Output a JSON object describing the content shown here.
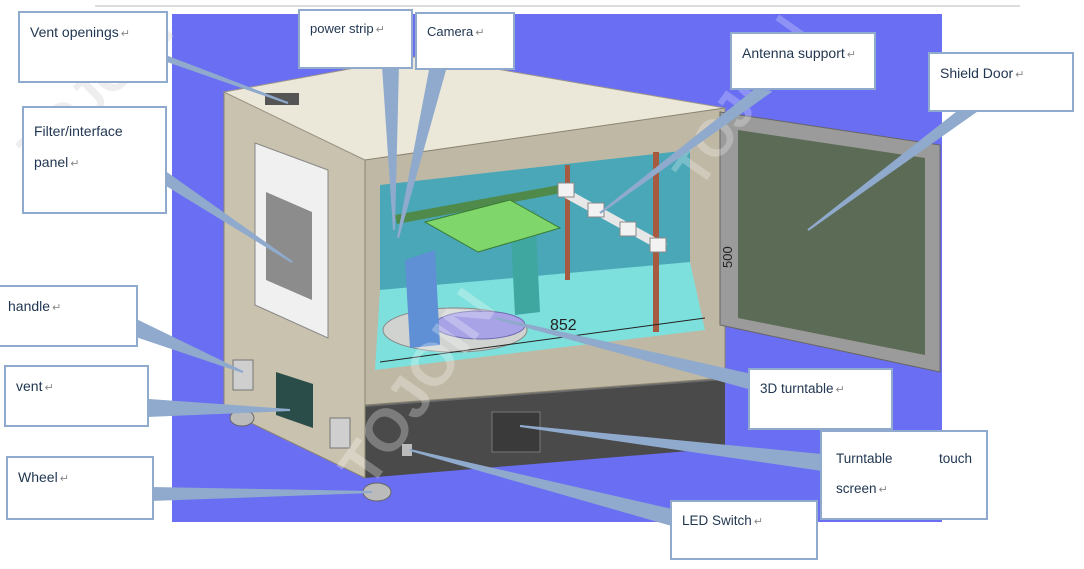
{
  "labels": {
    "vent_openings": "Vent openings",
    "power_strip": "power strip",
    "camera": "Camera",
    "antenna_support": "Antenna support",
    "shield_door": "Shield Door",
    "filter_panel_line1": "Filter/interface",
    "filter_panel_line2": "panel",
    "handle": "handle",
    "vent": "vent",
    "wheel": "Wheel",
    "turntable_3d": "3D turntable",
    "touch_screen_word1": "Turntable",
    "touch_screen_word2": "touch",
    "touch_screen_line2": "screen",
    "led_switch": "LED Switch"
  },
  "drawing": {
    "dimension_width": "852",
    "dimension_height": "500",
    "watermark": "TOJOIN"
  },
  "colors": {
    "backdrop": "#6a6ef2",
    "cabinet": "#c9c2ae",
    "cabinet_top": "#ece8d9",
    "interior_floor": "#7ee0dc",
    "interior_wall": "#4aa7b8",
    "base": "#4a4a4a",
    "tray": "#7fd66b",
    "turntable": "#a7a3e6",
    "arm": "#5f8fd4",
    "door_glass": "#5b6b55",
    "callout_border": "#8faacc",
    "leader_line": "#8faacc"
  }
}
